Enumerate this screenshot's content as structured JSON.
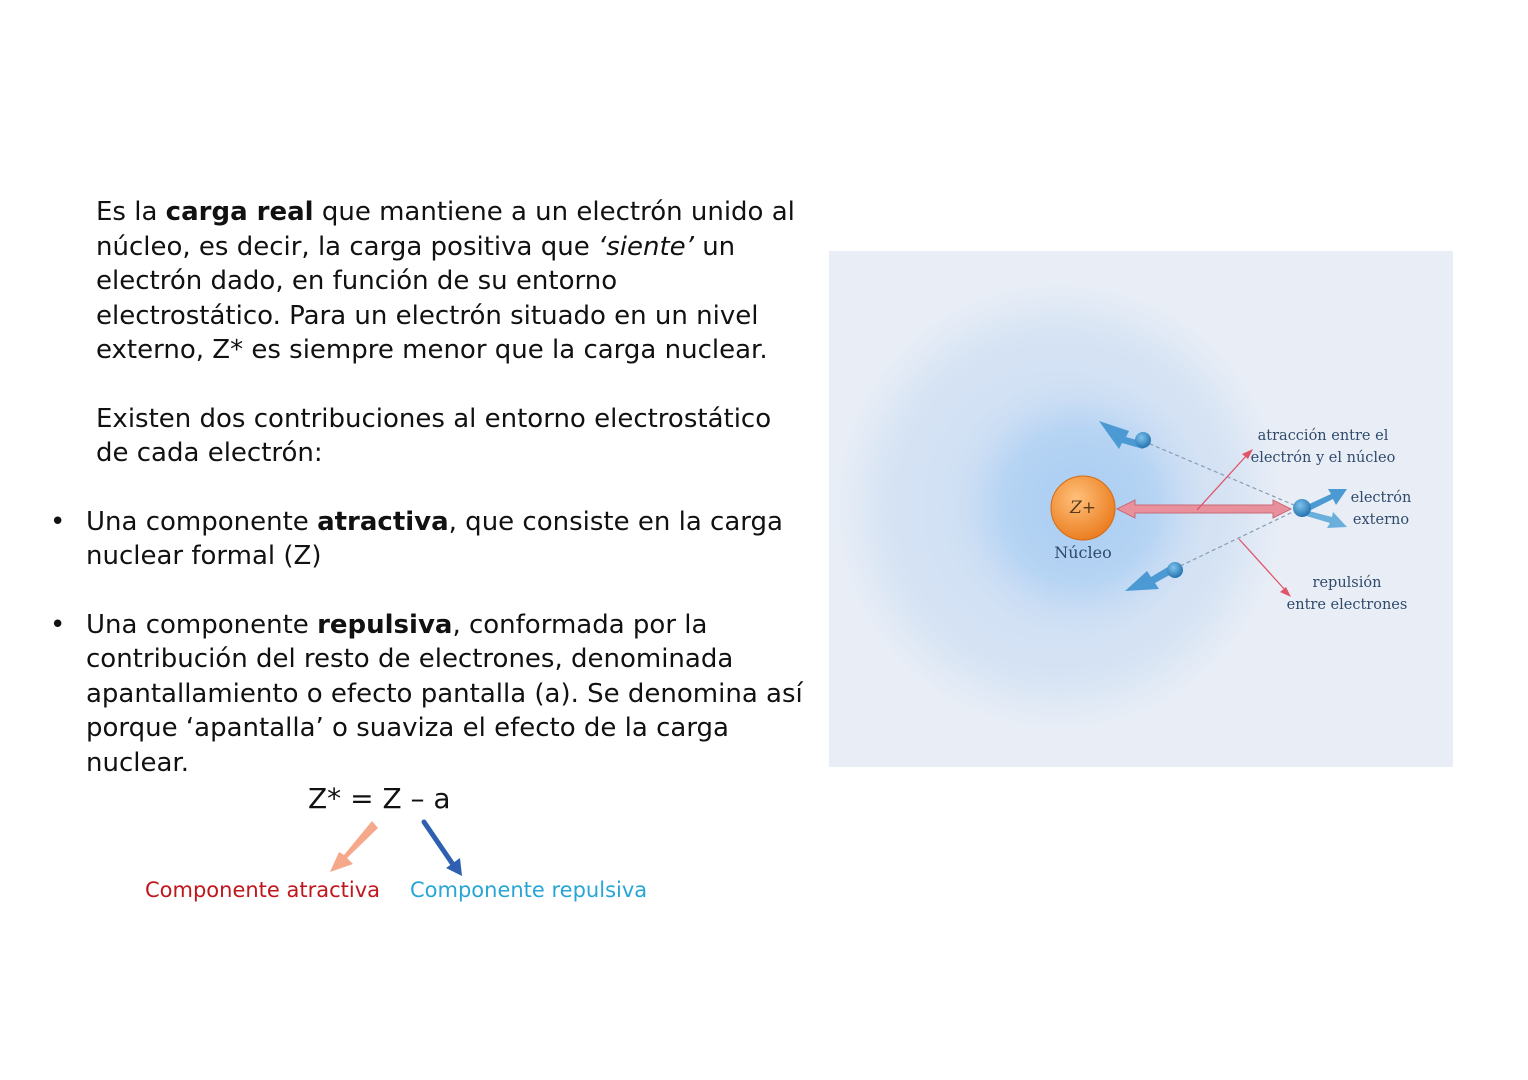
{
  "intro": {
    "p1_a": "Es la ",
    "p1_bold": "carga real",
    "p1_b": " que mantiene a un electrón unido al núcleo, es decir, la carga positiva que ",
    "p1_italic": "‘siente’",
    "p1_c": " un electrón dado, en función de su entorno electrostático. Para un electrón situado en un nivel externo, Z* es siempre menor que la carga nuclear.",
    "p2": "Existen dos contribuciones al entorno electrostático de cada electrón:"
  },
  "bullets": [
    {
      "marker": "•",
      "pre": "Una componente ",
      "bold": "atractiva",
      "post": ", que consiste en la carga nuclear formal (Z)"
    },
    {
      "marker": "•",
      "pre": "Una componente ",
      "bold": "repulsiva",
      "post": ", conformada por la contribución del resto de electrones, denominada apantallamiento o efecto pantalla (a). Se denomina así porque ‘apantalla’ o suaviza el efecto de la carga nuclear."
    }
  ],
  "formula": "Z* = Z – a",
  "formula_labels": {
    "attractive": "Componente atractiva",
    "repulsive": "Componente repulsiva"
  },
  "figure": {
    "nucleus_symbol": "Z+",
    "nucleus_label": "Núcleo",
    "attraction_label_1": "atracción entre el",
    "attraction_label_2": "electrón y el núcleo",
    "outer_electron_label_1": "electrón",
    "outer_electron_label_2": "externo",
    "repulsion_label_1": "repulsión",
    "repulsion_label_2": "entre electrones"
  },
  "colors": {
    "attractive_label": "#c0161d",
    "repulsive_label": "#27a6d6",
    "attractive_arrow": "#f5a98a",
    "repulsive_arrow": "#2f5fb0",
    "nucleus": "#f08a2a",
    "force_arrow": "#e8909c",
    "figure_background": "#e9eef6"
  }
}
